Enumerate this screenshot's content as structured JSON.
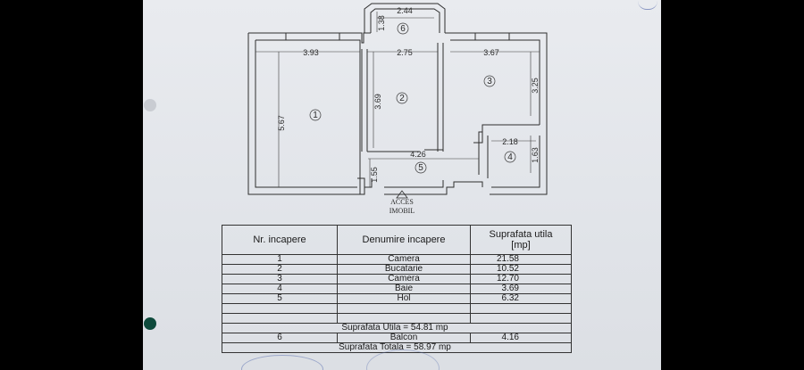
{
  "plan": {
    "dims": {
      "d244": "2.44",
      "d138": "1.38",
      "d393": "3.93",
      "d275": "2.75",
      "d367": "3.67",
      "d325": "3.25",
      "d567": "5.67",
      "d369": "3.69",
      "d218": "2.18",
      "d163": "1.63",
      "d426": "4.26",
      "d155": "1.55"
    },
    "room_labels": [
      "1",
      "2",
      "3",
      "4",
      "5",
      "6"
    ],
    "access_line1": "ACCES",
    "access_line2": "IMOBIL"
  },
  "table": {
    "headers": [
      "Nr. incapere",
      "Denumire incapere",
      "Suprafata utila\n[mp]"
    ],
    "rows": [
      {
        "nr": "1",
        "name": "Camera",
        "area": "21.58"
      },
      {
        "nr": "2",
        "name": "Bucatarie",
        "area": "10.52"
      },
      {
        "nr": "3",
        "name": "Camera",
        "area": "12.70"
      },
      {
        "nr": "4",
        "name": "Baie",
        "area": "3.69"
      },
      {
        "nr": "5",
        "name": "Hol",
        "area": "6.32"
      }
    ],
    "total_util": "Suprafata Utila = 54.81 mp",
    "balcon": {
      "nr": "6",
      "name": "Balcon",
      "area": "4.16"
    },
    "total_total": "Suprafata Totala = 58.97 mp"
  },
  "colors": {
    "background": "#000000",
    "paper": "#e4e7ec",
    "ink": "#2a2a2a",
    "hole_teal": "#0e4a3c"
  }
}
